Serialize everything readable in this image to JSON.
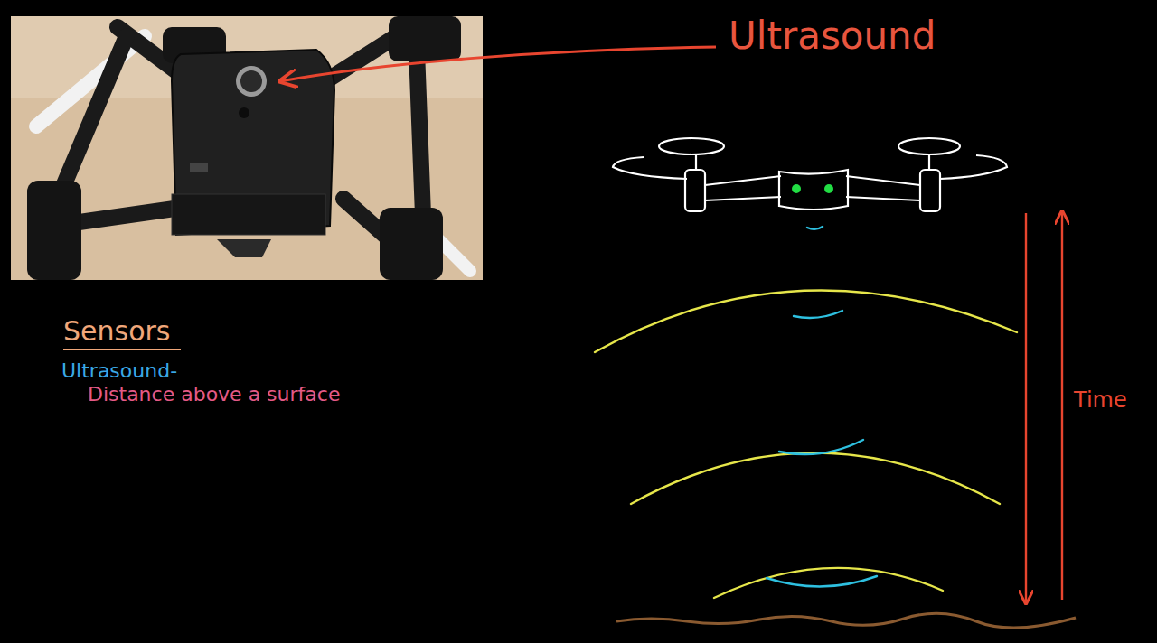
{
  "diagram": {
    "labels": [
      "Ultrasound",
      "Sensors",
      "Ultrasound-",
      "Distance above a surface",
      "Time"
    ]
  }
}
